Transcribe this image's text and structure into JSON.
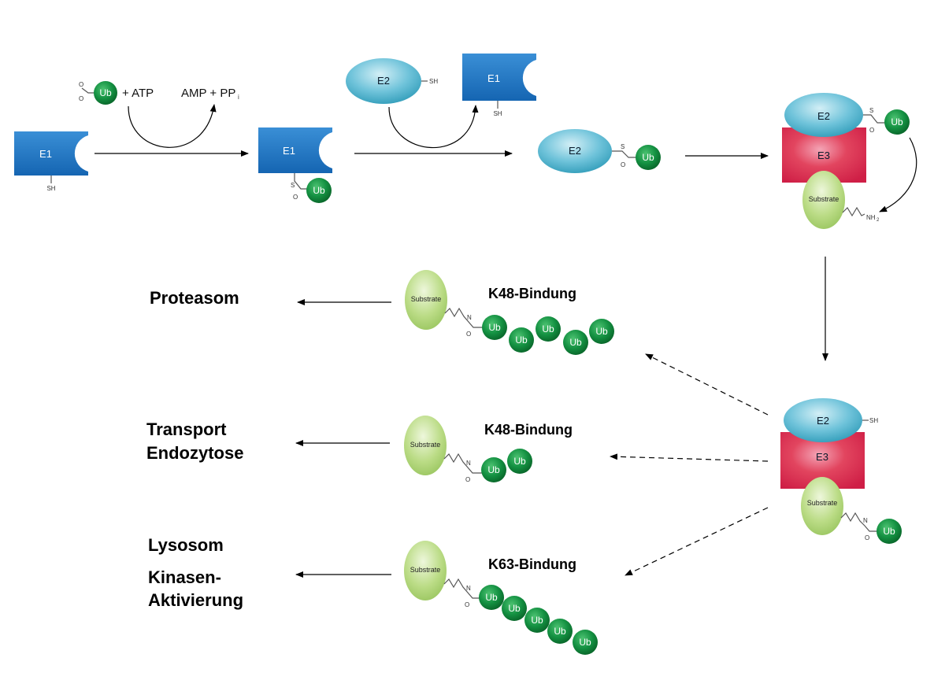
{
  "top": {
    "ub_atp": "+ ATP",
    "amp_ppi": "AMP + PP",
    "ppi_sub": "i"
  },
  "labels": {
    "ub": "Ub",
    "e1": "E1",
    "e2": "E2",
    "e3": "E3",
    "substrate": "Substrate",
    "sh": "SH",
    "s": "S",
    "o": "O",
    "n": "N",
    "nh2": "NH",
    "nh2_sub": "2"
  },
  "outcomes": {
    "proteasom": "Proteasom",
    "transport": "Transport",
    "endozytose": "Endozytose",
    "lysosom": "Lysosom",
    "kinasen": "Kinasen-",
    "aktivierung": "Aktivierung"
  },
  "bonds": {
    "row1": "K48-Bindung",
    "row2": "K48-Bindung",
    "row3": "K63-Bindung"
  },
  "colors": {
    "e1_blue": "#1b6fc0",
    "e2_cyan": "#4fb6cf",
    "e3_red": "#d6274c",
    "ub_green": "#1a8e3c",
    "substrate_green": "#b3d87a"
  }
}
